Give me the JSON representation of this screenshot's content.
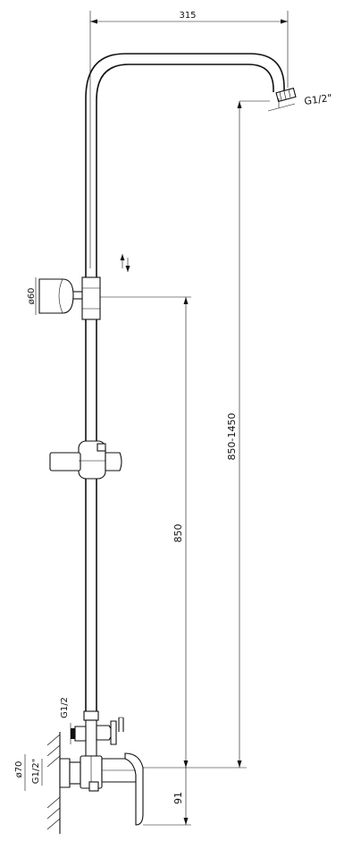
{
  "drawing": {
    "dimensions": {
      "arm_width": "315",
      "outlet_thread": "G1/2\"",
      "holder_diameter": "ø60",
      "column_height": "850-1450",
      "slider_travel": "850",
      "tee_thread": "G1/2",
      "flange_diameter": "ø70",
      "inlet_thread": "G1/2\"",
      "bottom_offset": "91"
    }
  }
}
